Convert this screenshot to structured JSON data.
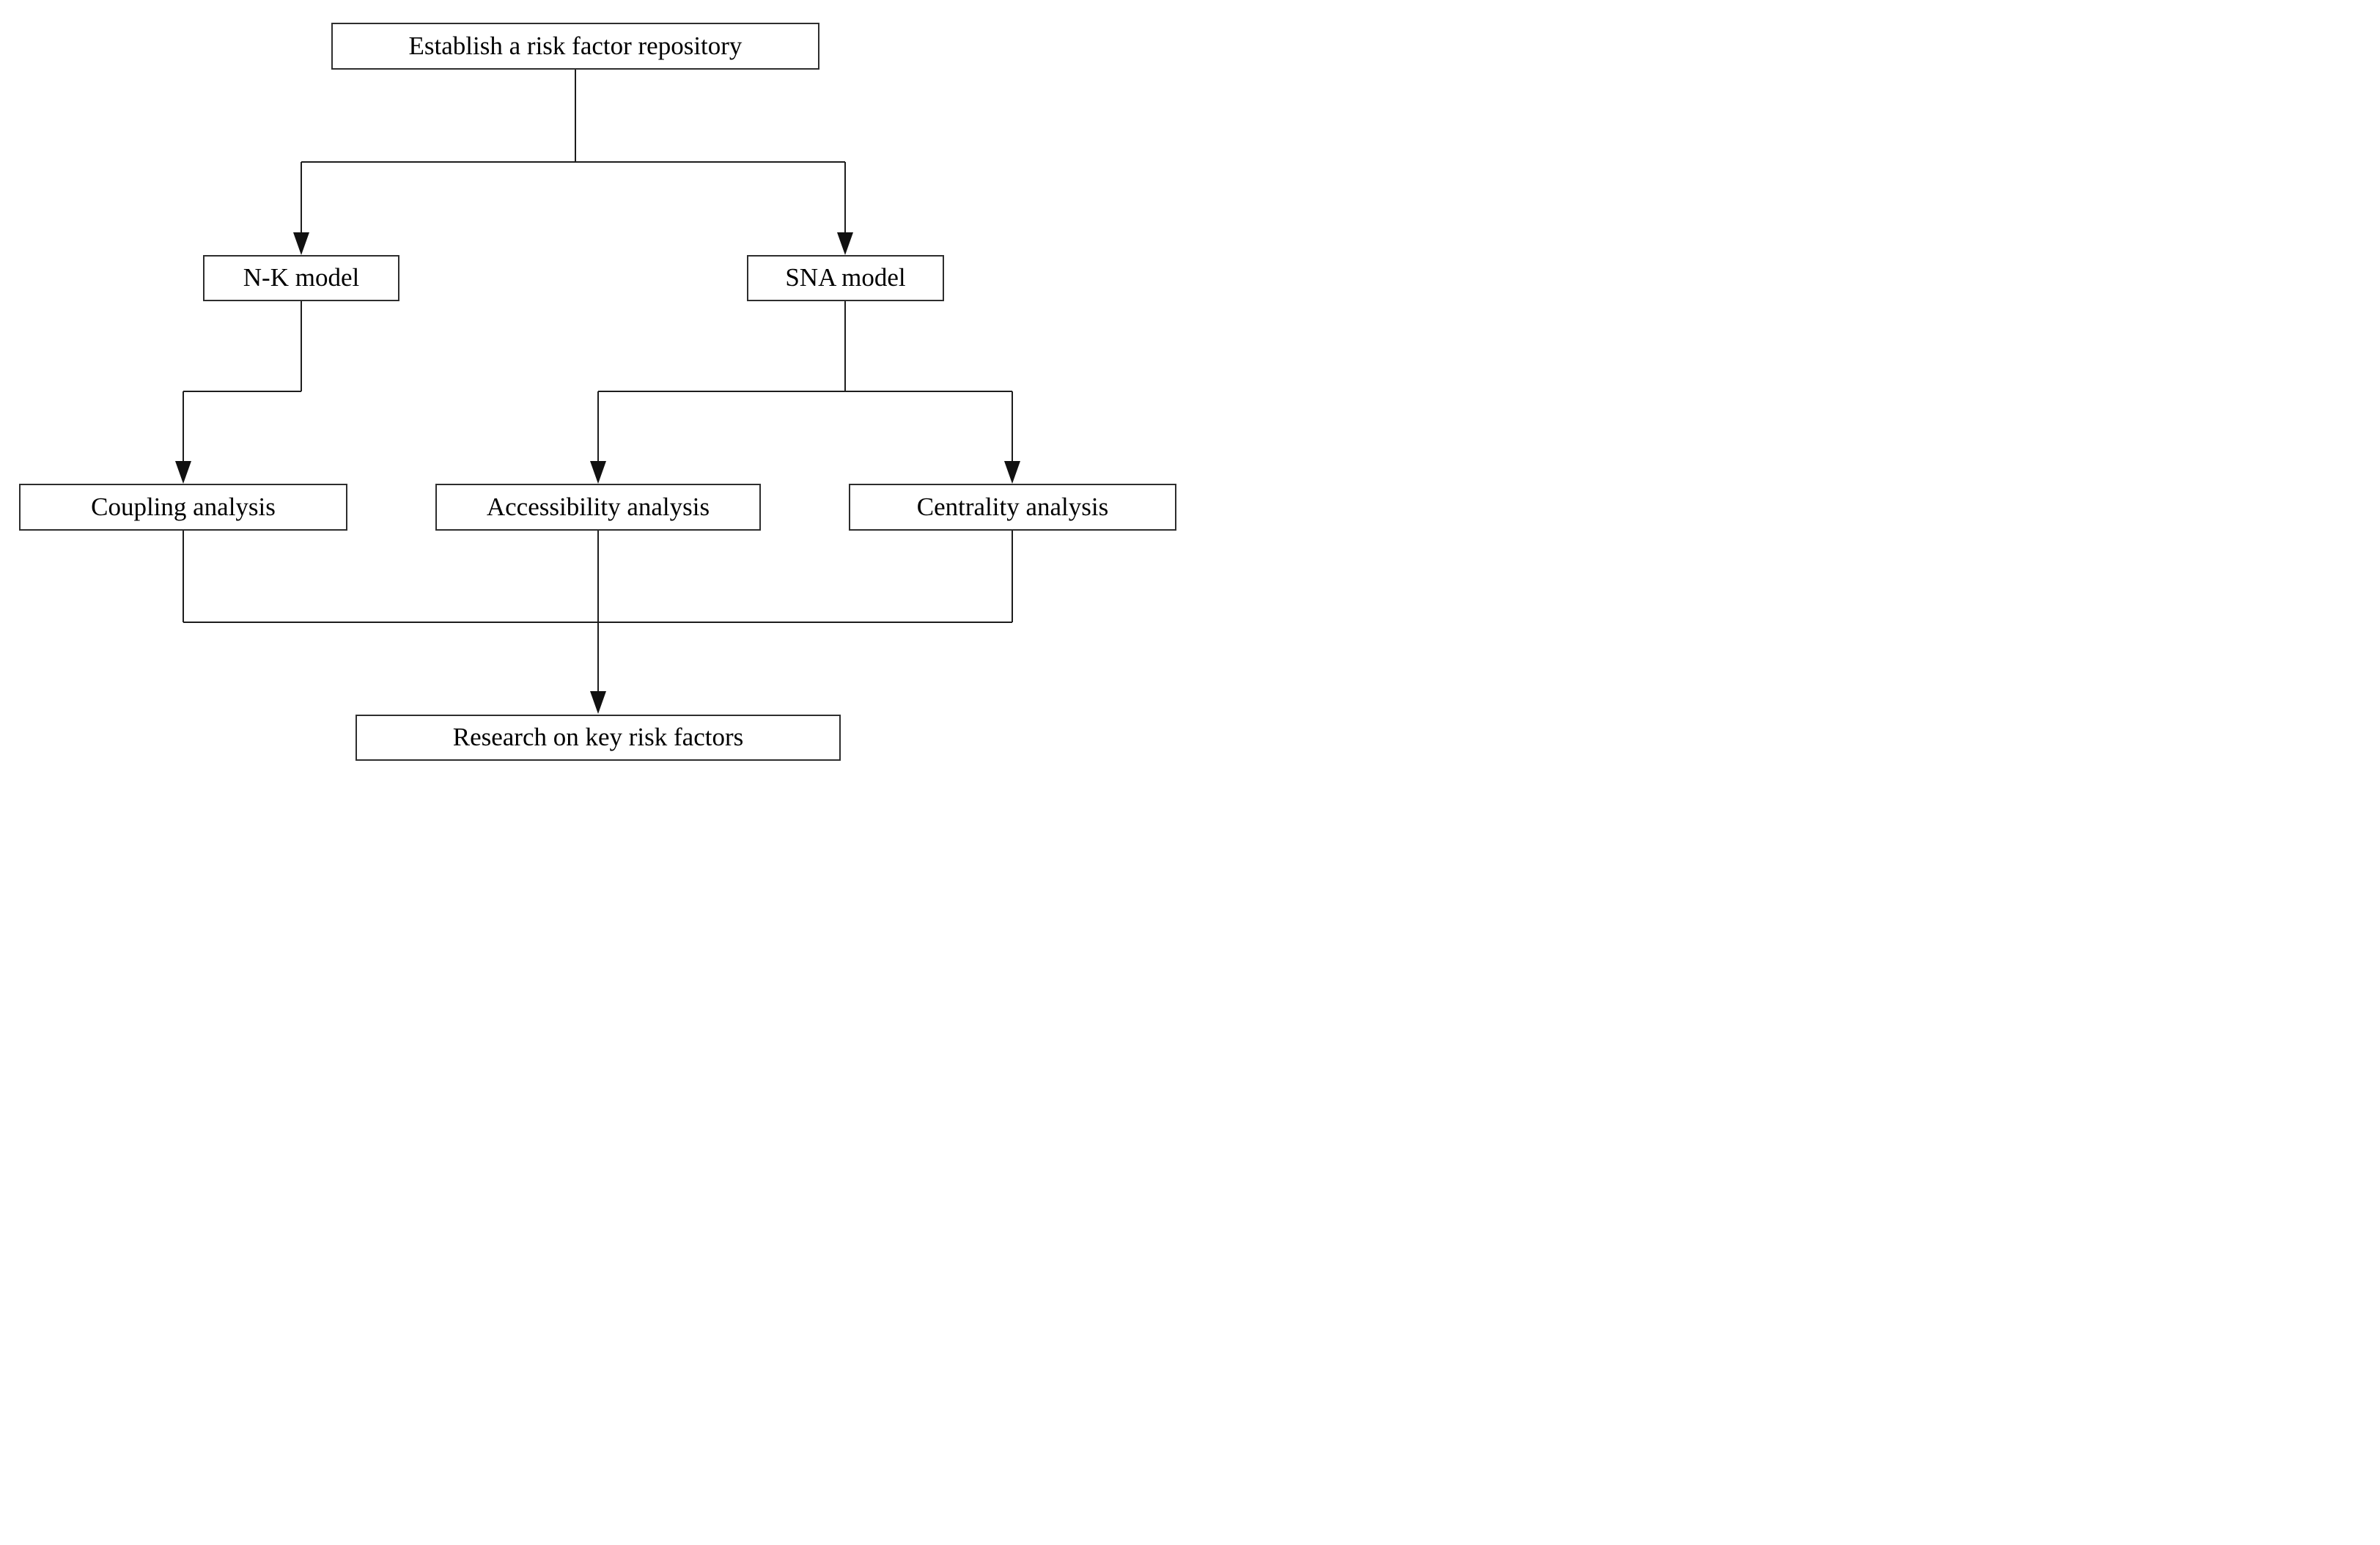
{
  "diagram": {
    "type": "flowchart",
    "nodes": {
      "repository": {
        "label": "Establish a risk factor repository"
      },
      "nk": {
        "label": "N-K model"
      },
      "sna": {
        "label": "SNA model"
      },
      "coupling": {
        "label": "Coupling analysis"
      },
      "accessibility": {
        "label": "Accessibility analysis"
      },
      "centrality": {
        "label": "Centrality analysis"
      },
      "research": {
        "label": "Research on key risk factors"
      }
    },
    "edges": [
      {
        "from": "repository",
        "to": "nk"
      },
      {
        "from": "repository",
        "to": "sna"
      },
      {
        "from": "nk",
        "to": "coupling"
      },
      {
        "from": "sna",
        "to": "accessibility"
      },
      {
        "from": "sna",
        "to": "centrality"
      },
      {
        "from": "coupling",
        "to": "research"
      },
      {
        "from": "accessibility",
        "to": "research"
      },
      {
        "from": "centrality",
        "to": "research"
      }
    ],
    "colors": {
      "background": "#ffffff",
      "box_fill": "#ffffff",
      "box_border": "#2e2e2e",
      "line": "#1d1d1d",
      "arrowhead": "#111111",
      "text": "#000000"
    }
  }
}
